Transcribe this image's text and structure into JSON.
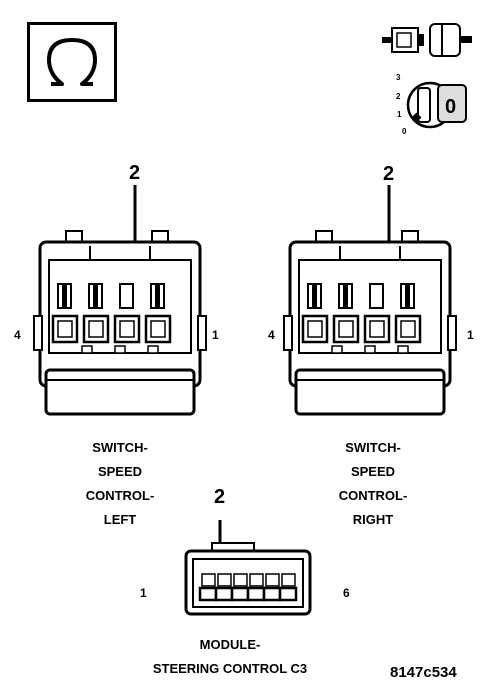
{
  "icons": {
    "ohm": "ohm-meter-icon",
    "disconnect": "connector-disconnected-icon",
    "ignition": "ignition-key-position-icon",
    "ignition_positions": [
      "3",
      "2",
      "1",
      "0"
    ],
    "key_label": "0"
  },
  "connectors": [
    {
      "id": "left",
      "callout": "2",
      "pin_left": "4",
      "pin_right": "1",
      "caption": [
        "SWITCH-",
        "SPEED",
        "CONTROL-",
        "LEFT"
      ]
    },
    {
      "id": "right",
      "callout": "2",
      "pin_left": "4",
      "pin_right": "1",
      "caption": [
        "SWITCH-",
        "SPEED",
        "CONTROL-",
        "RIGHT"
      ]
    },
    {
      "id": "module",
      "callout": "2",
      "pin_left": "1",
      "pin_right": "6",
      "caption": [
        "MODULE-",
        "STEERING CONTROL C3"
      ]
    }
  ],
  "figure_ref": "8147c534"
}
